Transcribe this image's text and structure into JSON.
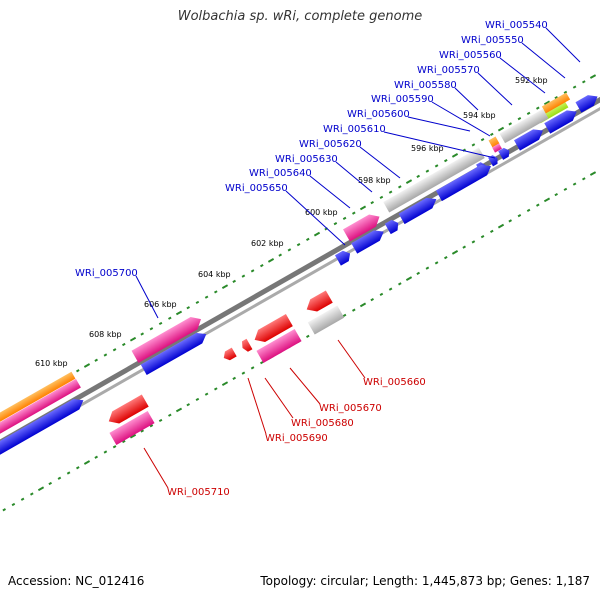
{
  "title": "Wolbachia sp. wRi, complete genome",
  "footer": {
    "accession": "Accession: NC_012416",
    "topology": "Topology: circular; Length: 1,445,873 bp; Genes: 1,187"
  },
  "colors": {
    "forward_label": "#0000cc",
    "reverse_label": "#cc0000",
    "tick_marks": "#2a8a2a",
    "backbone": "#888888",
    "cds_blue": "#0000ee",
    "cds_red": "#ee0000",
    "cds_pink": "#ee1188",
    "cds_gray": "#bbbbbb",
    "cds_orange": "#ff8800",
    "cds_lime": "#aaee22"
  },
  "ticks": [
    "592 kbp",
    "594 kbp",
    "596 kbp",
    "598 kbp",
    "600 kbp",
    "602 kbp",
    "604 kbp",
    "606 kbp",
    "608 kbp",
    "610 kbp"
  ],
  "forward_labels": [
    "WRi_005540",
    "WRi_005550",
    "WRi_005560",
    "WRi_005570",
    "WRi_005580",
    "WRi_005590",
    "WRi_005600",
    "WRi_005610",
    "WRi_005620",
    "WRi_005630",
    "WRi_005640",
    "WRi_005650",
    "WRi_005700"
  ],
  "reverse_labels": [
    "WRi_005660",
    "WRi_005670",
    "WRi_005680",
    "WRi_005690",
    "WRi_005710"
  ]
}
